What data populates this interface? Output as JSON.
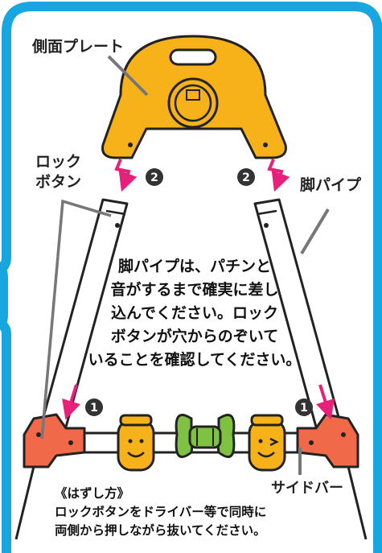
{
  "labels": {
    "side_plate": "側面プレート",
    "lock_line1": "ロック",
    "lock_line2": "ボタン",
    "leg_pipe": "脚パイプ",
    "side_bar": "サイドバー"
  },
  "steps": {
    "one": "1",
    "two": "2"
  },
  "instruction": [
    "脚パイプは、パチンと",
    "音がするまで確実に差し",
    "込んでください。ロック",
    "ボタンが穴からのぞいて",
    "いることを確認してください。"
  ],
  "removal": {
    "title": "《はずし方》",
    "line1": "ロックボタンをドライバー等で同時に",
    "line2": "両側から押しながら抜いてください。"
  },
  "colors": {
    "frame": "#18a6e0",
    "plate": "#f7b21a",
    "joint": "#f06a4a",
    "bow": "#7fc241",
    "arrow": "#e8207a"
  }
}
